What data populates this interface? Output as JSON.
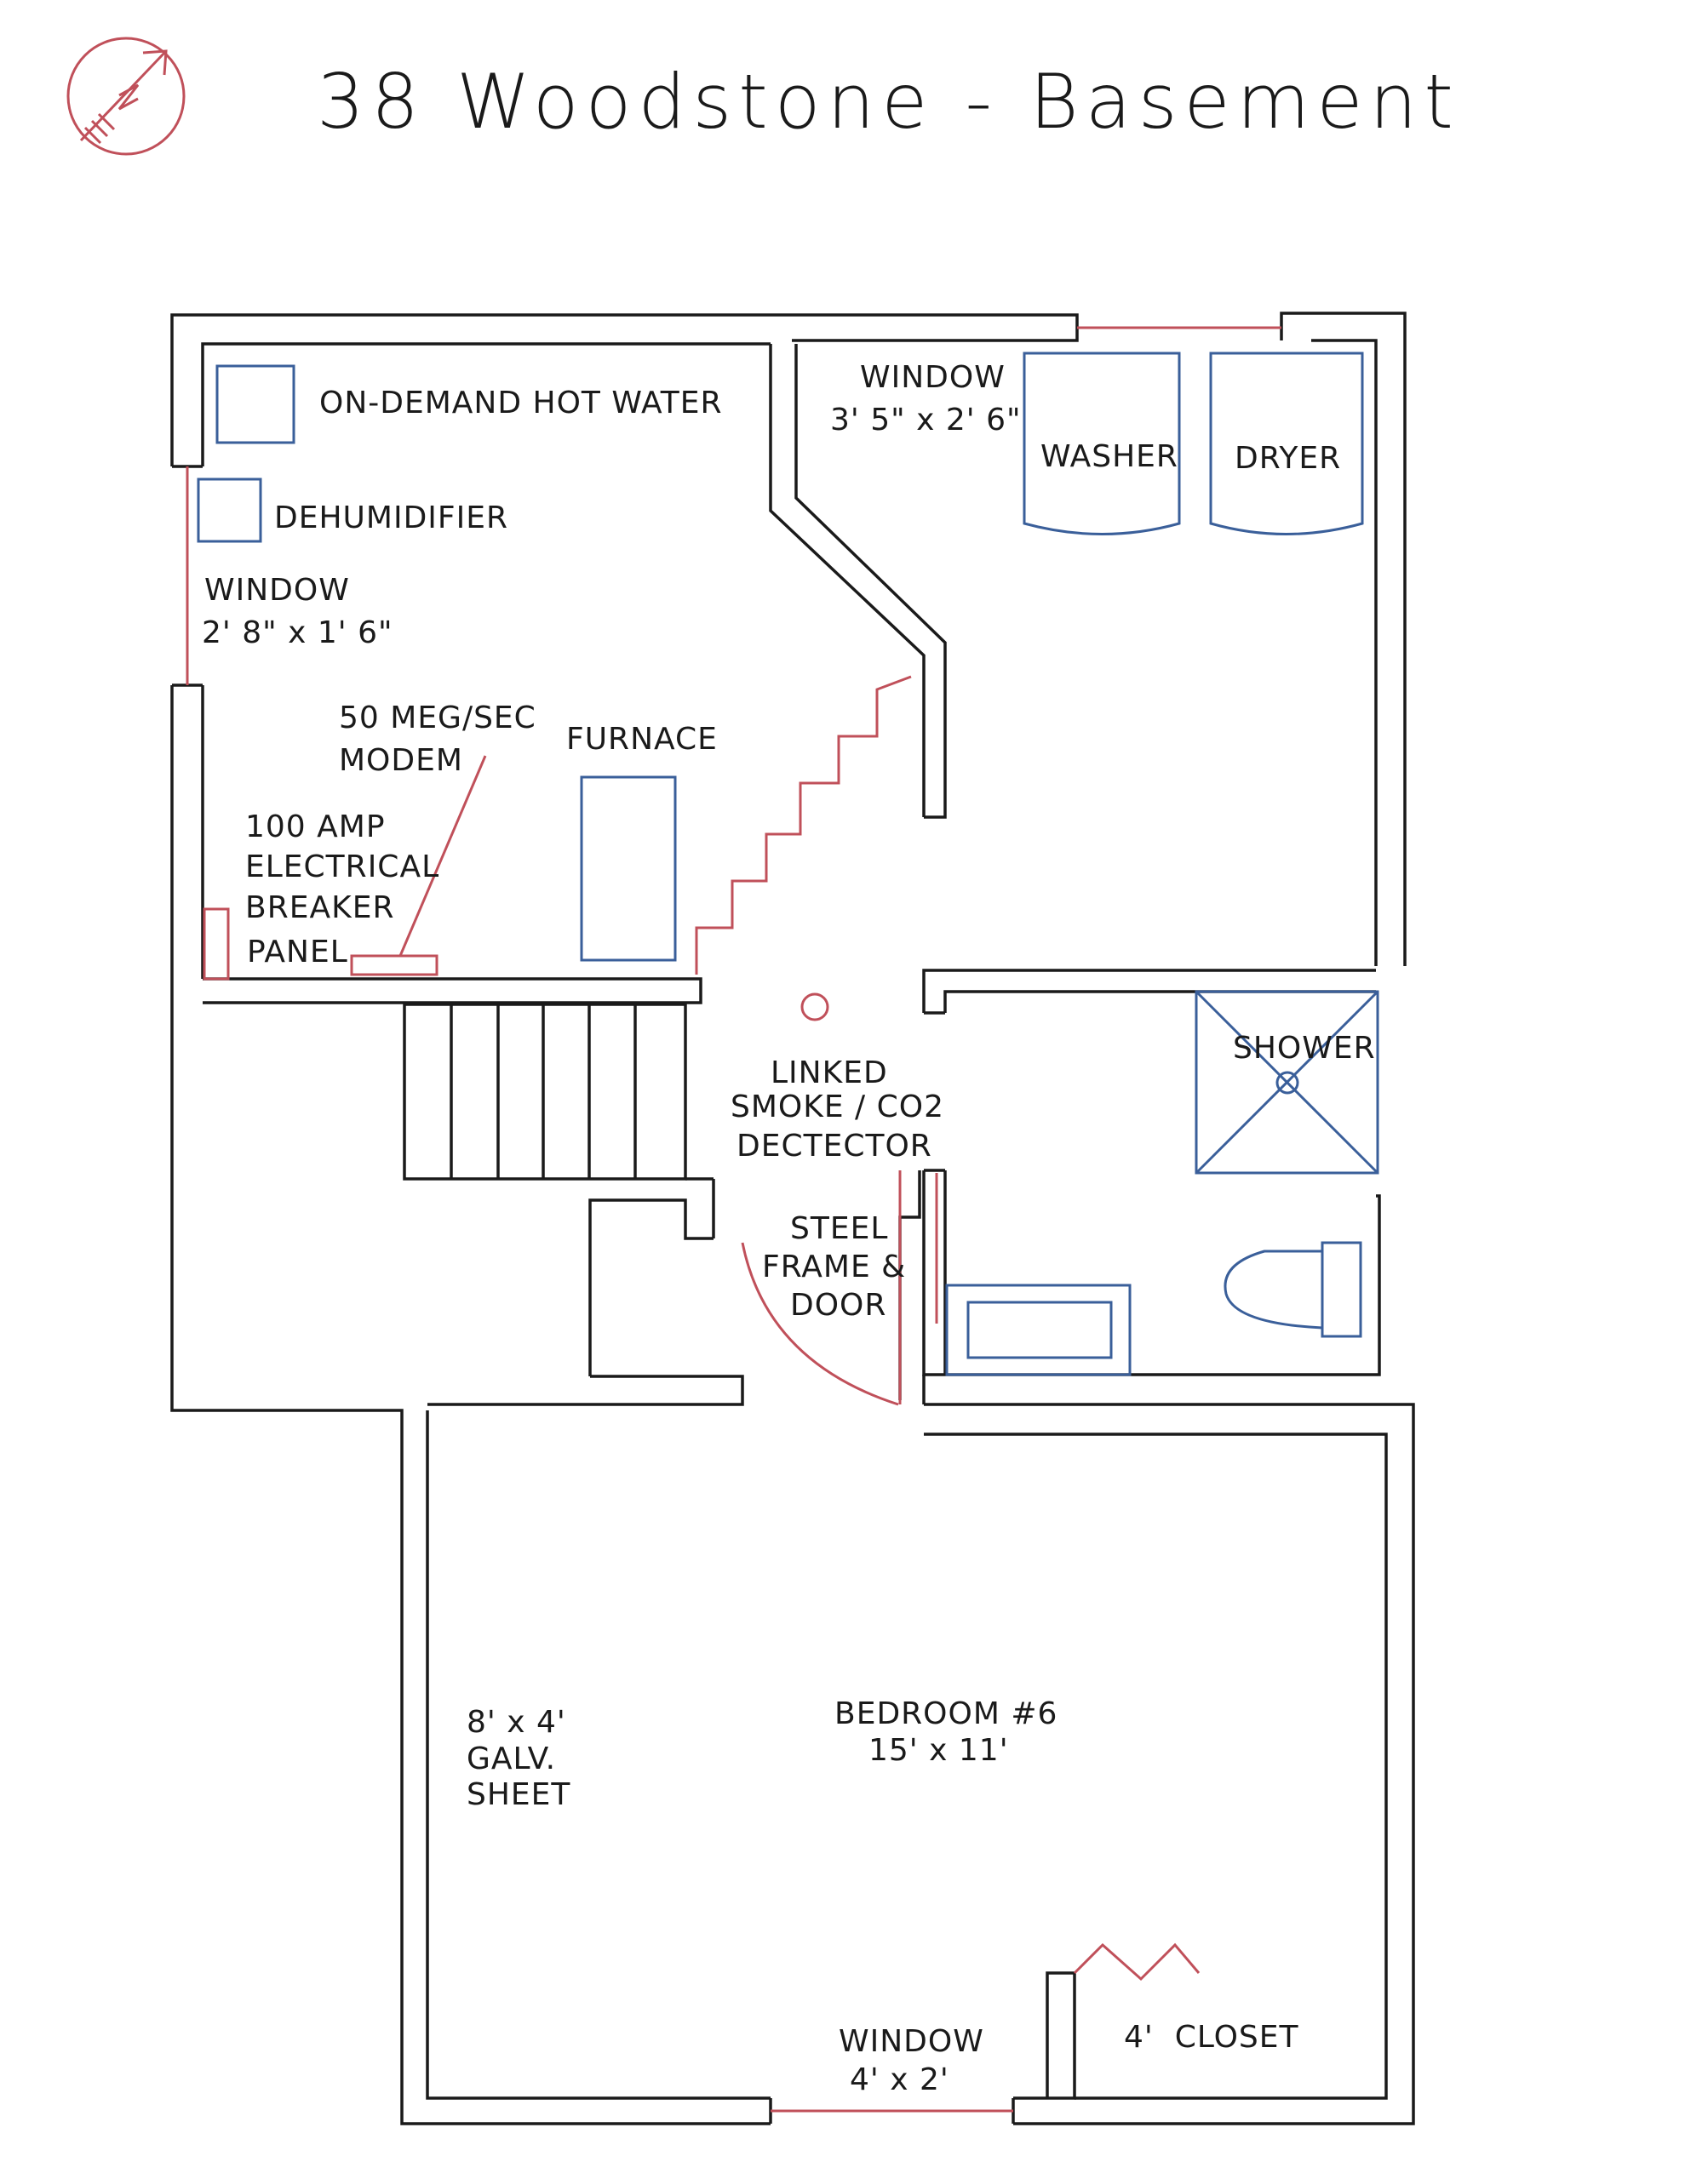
{
  "title": "38 Woodstone - Basement",
  "colors": {
    "walls": "#1a1a1a",
    "windows_and_door": "#c0505a",
    "fixtures": "#3a5f9a"
  },
  "icons": {
    "compass": "compass-arrow-icon"
  },
  "labels": {
    "hot_water": "ON-DEMAND HOT WATER",
    "dehumidifier": "DEHUMIDIFIER",
    "window_left": [
      "WINDOW",
      "2' 8\" x 1' 6\""
    ],
    "modem": [
      "50 MEG/SEC",
      "MODEM"
    ],
    "electrical": [
      "100 AMP",
      "ELECTRICAL",
      "BREAKER",
      "PANEL"
    ],
    "furnace": "FURNACE",
    "window_laundry": [
      "WINDOW",
      "3' 5\" x 2' 6\""
    ],
    "washer": "WASHER",
    "dryer": "DRYER",
    "shower": "SHOWER",
    "detector": [
      "LINKED",
      "SMOKE / CO2",
      "DECTECTOR"
    ],
    "door": [
      "STEEL",
      "FRAME &",
      "DOOR"
    ],
    "bedroom": [
      "BEDROOM #6",
      "15' x 11'"
    ],
    "galv_sheet": [
      "8' x 4'",
      "GALV.",
      "SHEET"
    ],
    "window_bedroom": [
      "WINDOW",
      "4' x 2'"
    ],
    "closet": "4'  CLOSET"
  }
}
